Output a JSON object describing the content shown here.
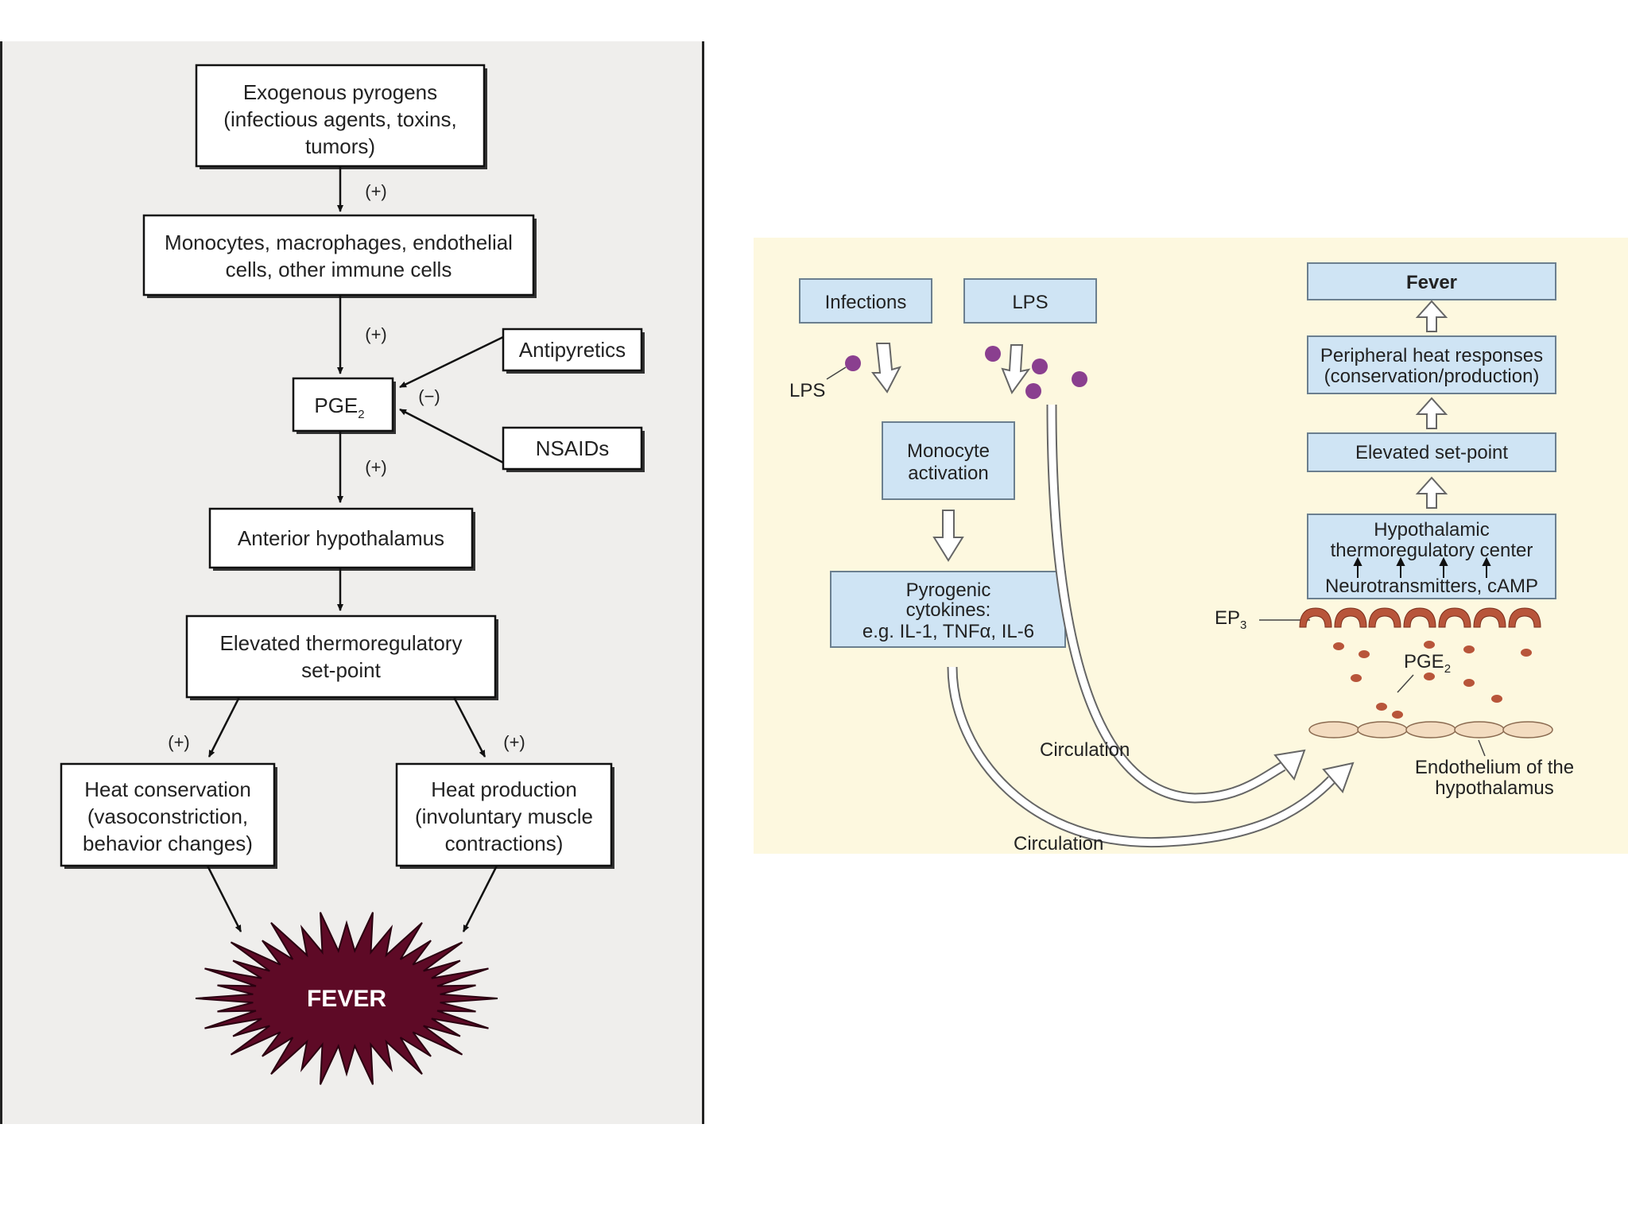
{
  "left": {
    "box_pyrogens": [
      "Exogenous pyrogens",
      "(infectious agents, toxins,",
      "tumors)"
    ],
    "box_cells": [
      "Monocytes, macrophages, endothelial",
      "cells, other immune cells"
    ],
    "box_pge": "PGE",
    "box_pge_sub": "2",
    "box_antipyretics": "Antipyretics",
    "box_nsaids": "NSAIDs",
    "box_hypothalamus": "Anterior hypothalamus",
    "box_setpoint": [
      "Elevated thermoregulatory",
      "set-point"
    ],
    "box_conservation": [
      "Heat conservation",
      "(vasoconstriction,",
      "behavior changes)"
    ],
    "box_production": [
      "Heat production",
      "(involuntary muscle",
      "contractions)"
    ],
    "sign_plus": "(+)",
    "sign_minus": "(−)",
    "fever_burst": "FEVER",
    "burst_color": "#5e0a26"
  },
  "right": {
    "infections": "Infections",
    "lps_box": "LPS",
    "lps_label": "LPS",
    "monocyte": [
      "Monocyte",
      "activation"
    ],
    "cytokines": [
      "Pyrogenic",
      "cytokines:",
      "e.g. IL-1, TNFα, IL-6"
    ],
    "fever": "Fever",
    "fever_color": "#c0103a",
    "peripheral": [
      "Peripheral heat responses",
      "(conservation/production)"
    ],
    "setpoint": "Elevated set-point",
    "hypo": [
      "Hypothalamic",
      "thermoregulatory center"
    ],
    "neuro": "Neurotransmitters, cAMP",
    "ep3": "EP",
    "ep3_sub": "3",
    "pge2": "PGE",
    "pge2_sub": "2",
    "circulation_1": "Circulation",
    "circulation_2": "Circulation",
    "endothelium": [
      "Endothelium of the",
      "hypothalamus"
    ],
    "lps_dot_color": "#8a3f8f",
    "receptor_color": "#b8553a",
    "pge_dot_color": "#b8553a",
    "endothelium_color": "#f3dcc0"
  }
}
